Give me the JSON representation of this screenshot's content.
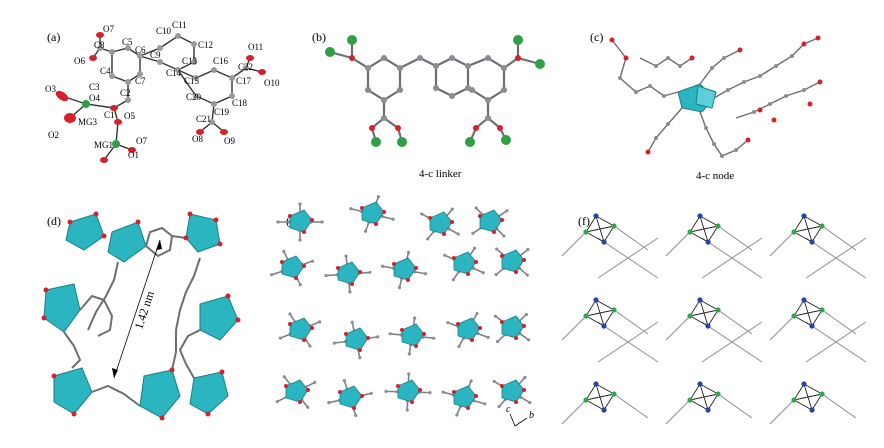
{
  "panels": {
    "a": {
      "label": "(a)",
      "atoms": [
        "O7",
        "O6",
        "C8",
        "C5",
        "C6",
        "C9",
        "C10",
        "C11",
        "C12",
        "C13",
        "C4",
        "C3",
        "C7",
        "C14",
        "C15",
        "C16",
        "C17",
        "C22",
        "O11",
        "O10",
        "O3",
        "O4",
        "C2",
        "C18",
        "C20",
        "C19",
        "C1",
        "O5",
        "O2",
        "MG3",
        "C21",
        "O8",
        "O9",
        "MG1",
        "O7",
        "O1"
      ]
    },
    "b": {
      "label": "(b)",
      "caption": "4-c linker"
    },
    "c": {
      "label": "(c)",
      "caption": "4-c node"
    },
    "d": {
      "label": "(d)",
      "distance": "1.42 nm"
    },
    "e": {
      "label": "(e)",
      "axes": {
        "c": "c",
        "b": "b"
      }
    },
    "f": {
      "label": "(f)"
    }
  },
  "colors": {
    "carbon": "#8a8d91",
    "oxygen": "#d6202a",
    "magnesium": "#2ea043",
    "polyhedron": "#2bb5c0",
    "node_blue": "#2343a8",
    "node_green": "#2fa84a",
    "bond": "#6b6e72"
  }
}
